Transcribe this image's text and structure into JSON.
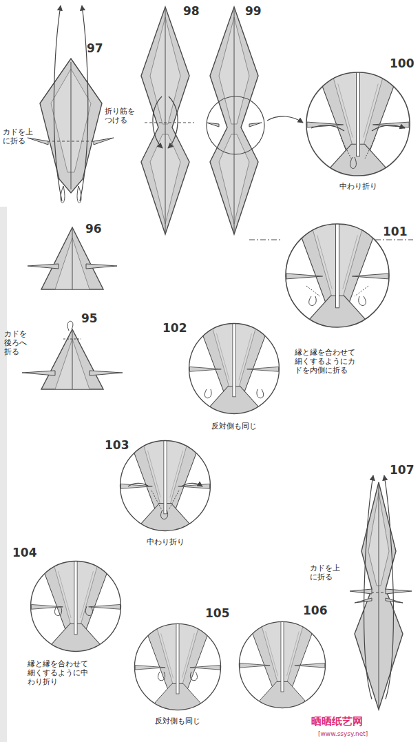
{
  "diagram": {
    "labels": [
      "97",
      "カドを上に折る",
      "98",
      "折り筋をつける",
      "99",
      "100",
      "中わり折り",
      "96",
      "101",
      "95",
      "カドを後ろへ折る",
      "102",
      "縁と縁を合わせて細くするようにカドを内側に折る",
      "反対側も同じ",
      "103",
      "中わり折り",
      "107",
      "カドを上に折る",
      "104",
      "105",
      "106",
      "縁と縁を合わせて細くするように中わり折り",
      "反対側も同じ",
      "晒晒纸艺网",
      "[www.ssysy.net]"
    ]
  }
}
